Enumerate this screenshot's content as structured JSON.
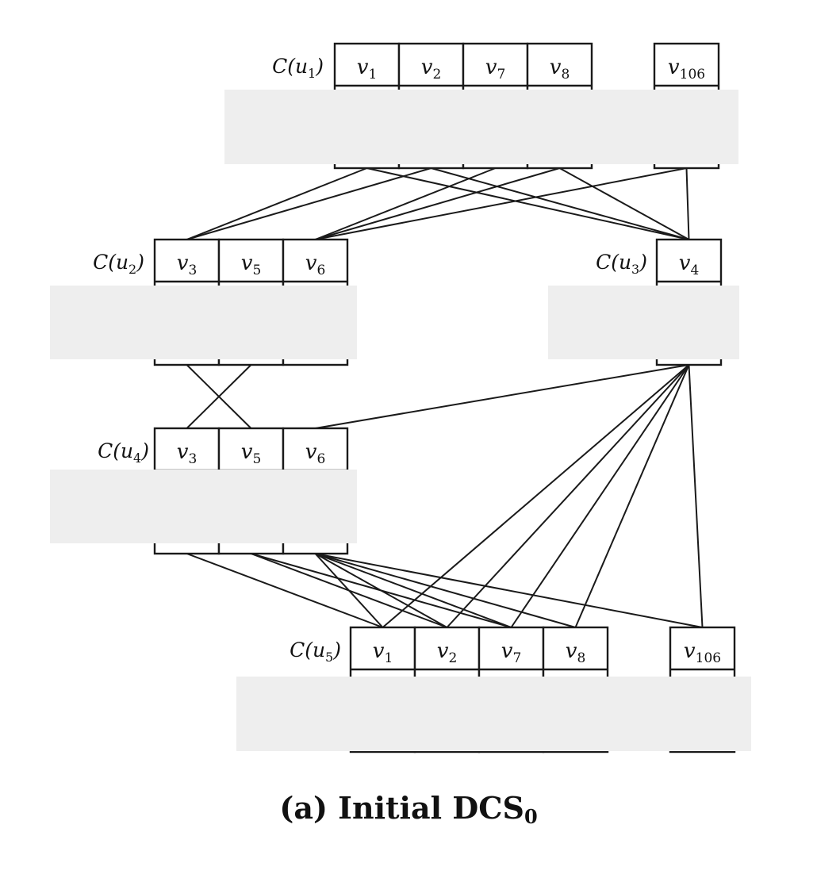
{
  "caption": {
    "text": "(a) Initial DCS",
    "subscript": "0"
  },
  "candidate_sets": [
    {
      "id": "u1",
      "label": "C(u",
      "label_sub": "1",
      "label_close": ")",
      "cells": [
        {
          "id": "u1-v1",
          "base": "v",
          "sub": "1"
        },
        {
          "id": "u1-v2",
          "base": "v",
          "sub": "2"
        },
        {
          "id": "u1-v7",
          "base": "v",
          "sub": "7"
        },
        {
          "id": "u1-v8",
          "base": "v",
          "sub": "8"
        },
        {
          "id": "u1-v106",
          "base": "v",
          "sub": "106"
        }
      ]
    },
    {
      "id": "u2",
      "label": "C(u",
      "label_sub": "2",
      "label_close": ")",
      "cells": [
        {
          "id": "u2-v3",
          "base": "v",
          "sub": "3"
        },
        {
          "id": "u2-v5",
          "base": "v",
          "sub": "5"
        },
        {
          "id": "u2-v6",
          "base": "v",
          "sub": "6"
        }
      ]
    },
    {
      "id": "u3",
      "label": "C(u",
      "label_sub": "3",
      "label_close": ")",
      "cells": [
        {
          "id": "u3-v4",
          "base": "v",
          "sub": "4"
        }
      ]
    },
    {
      "id": "u4",
      "label": "C(u",
      "label_sub": "4",
      "label_close": ")",
      "cells": [
        {
          "id": "u4-v3",
          "base": "v",
          "sub": "3"
        },
        {
          "id": "u4-v5",
          "base": "v",
          "sub": "5"
        },
        {
          "id": "u4-v6",
          "base": "v",
          "sub": "6"
        }
      ]
    },
    {
      "id": "u5",
      "label": "C(u",
      "label_sub": "5",
      "label_close": ")",
      "cells": [
        {
          "id": "u5-v1",
          "base": "v",
          "sub": "1"
        },
        {
          "id": "u5-v2",
          "base": "v",
          "sub": "2"
        },
        {
          "id": "u5-v7",
          "base": "v",
          "sub": "7"
        },
        {
          "id": "u5-v8",
          "base": "v",
          "sub": "8"
        },
        {
          "id": "u5-v106",
          "base": "v",
          "sub": "106"
        }
      ]
    }
  ],
  "edges": [
    [
      "u1-v1",
      "u2-v3"
    ],
    [
      "u1-v2",
      "u2-v3"
    ],
    [
      "u1-v1",
      "u3-v4"
    ],
    [
      "u1-v2",
      "u3-v4"
    ],
    [
      "u1-v8",
      "u3-v4"
    ],
    [
      "u1-v106",
      "u3-v4"
    ],
    [
      "u1-v7",
      "u2-v6"
    ],
    [
      "u1-v8",
      "u2-v6"
    ],
    [
      "u1-v106",
      "u2-v6"
    ],
    [
      "u2-v3",
      "u4-v5"
    ],
    [
      "u2-v5",
      "u4-v3"
    ],
    [
      "u3-v4",
      "u4-v6"
    ],
    [
      "u3-v4",
      "u5-v1"
    ],
    [
      "u3-v4",
      "u5-v2"
    ],
    [
      "u3-v4",
      "u5-v7"
    ],
    [
      "u3-v4",
      "u5-v8"
    ],
    [
      "u3-v4",
      "u5-v106"
    ],
    [
      "u4-v3",
      "u5-v1"
    ],
    [
      "u4-v5",
      "u5-v2"
    ],
    [
      "u4-v5",
      "u5-v7"
    ],
    [
      "u4-v6",
      "u5-v1"
    ],
    [
      "u4-v6",
      "u5-v2"
    ],
    [
      "u4-v6",
      "u5-v7"
    ],
    [
      "u4-v6",
      "u5-v8"
    ],
    [
      "u4-v6",
      "u5-v106"
    ]
  ]
}
